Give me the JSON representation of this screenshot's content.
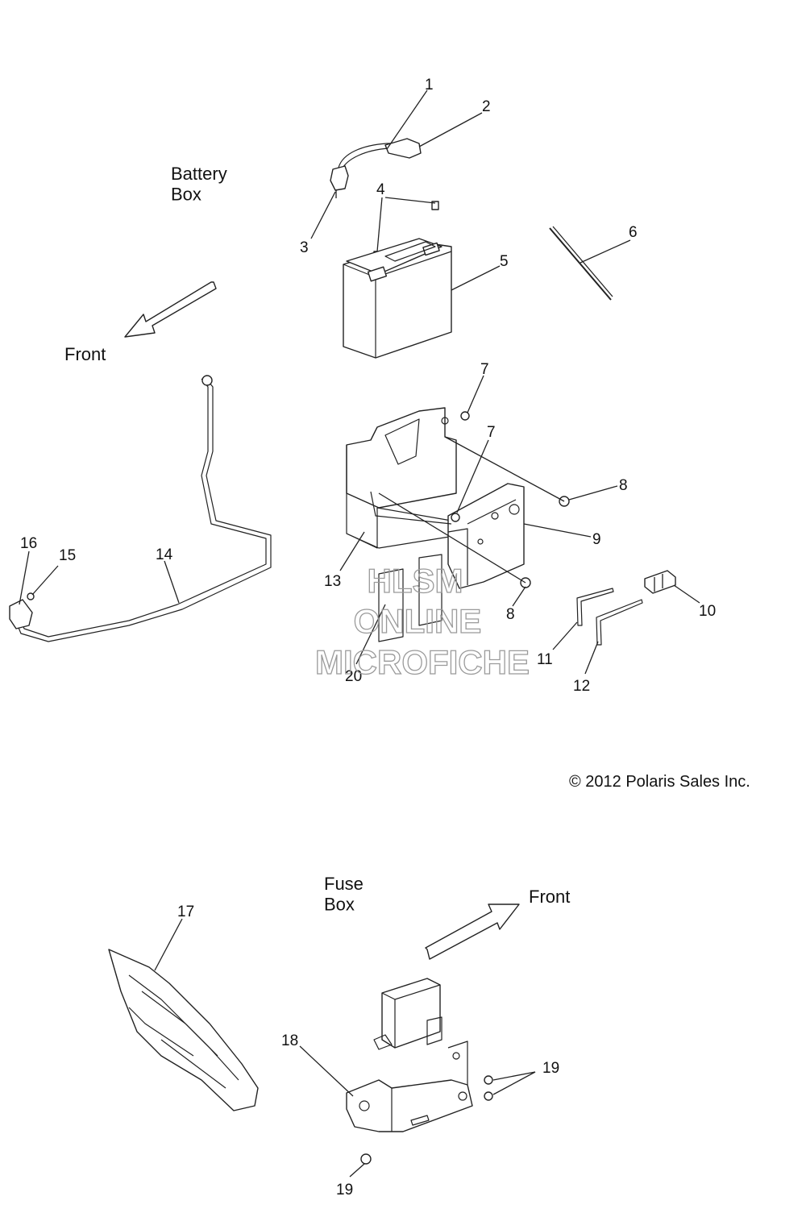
{
  "diagram": {
    "sections": {
      "battery_box": "Battery\nBox",
      "fuse_box": "Fuse\nBox"
    },
    "front_label_1": "Front",
    "front_label_2": "Front",
    "copyright": "© 2012 Polaris Sales Inc.",
    "watermark": [
      "HLSM",
      "ONLINE",
      "MICROFICHE"
    ],
    "callouts": [
      {
        "id": "c1",
        "label": "1"
      },
      {
        "id": "c2",
        "label": "2"
      },
      {
        "id": "c3",
        "label": "3"
      },
      {
        "id": "c4",
        "label": "4"
      },
      {
        "id": "c5",
        "label": "5"
      },
      {
        "id": "c6",
        "label": "6"
      },
      {
        "id": "c7a",
        "label": "7"
      },
      {
        "id": "c7b",
        "label": "7"
      },
      {
        "id": "c8a",
        "label": "8"
      },
      {
        "id": "c8b",
        "label": "8"
      },
      {
        "id": "c9",
        "label": "9"
      },
      {
        "id": "c10",
        "label": "10"
      },
      {
        "id": "c11",
        "label": "11"
      },
      {
        "id": "c12",
        "label": "12"
      },
      {
        "id": "c13",
        "label": "13"
      },
      {
        "id": "c14",
        "label": "14"
      },
      {
        "id": "c15",
        "label": "15"
      },
      {
        "id": "c16",
        "label": "16"
      },
      {
        "id": "c17",
        "label": "17"
      },
      {
        "id": "c18",
        "label": "18"
      },
      {
        "id": "c19a",
        "label": "19"
      },
      {
        "id": "c19b",
        "label": "19"
      },
      {
        "id": "c20",
        "label": "20"
      }
    ]
  }
}
